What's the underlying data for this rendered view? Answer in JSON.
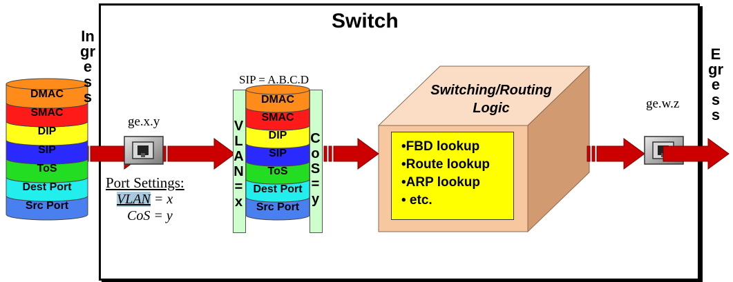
{
  "switch_title": "Switch",
  "ingress_label": "Ingress",
  "egress_label": "Egress",
  "ingress_port_label": "ge.x.y",
  "egress_port_label": "ge.w.z",
  "packet_fields": [
    {
      "label": "DMAC",
      "color": "#ff8c1a"
    },
    {
      "label": "SMAC",
      "color": "#ff1a1a"
    },
    {
      "label": "DIP",
      "color": "#ffff1a"
    },
    {
      "label": "SIP",
      "color": "#2a2aff"
    },
    {
      "label": "ToS",
      "color": "#22dd22"
    },
    {
      "label": "Dest Port",
      "color": "#22eeee"
    },
    {
      "label": "Src Port",
      "color": "#4a7ff0"
    }
  ],
  "port_settings": {
    "title": "Port Settings:",
    "vlan_key": "VLAN",
    "vlan_value": " = x",
    "cos_line": "CoS = y"
  },
  "sip_label": "SIP = A.B.C.D",
  "vlan_tag_letters": [
    "V",
    "L",
    "A",
    "N",
    "=",
    "x"
  ],
  "cos_tag_letters": [
    "C",
    "o",
    "S",
    "=",
    "y"
  ],
  "logic_title_line1": "Switching/Routing",
  "logic_title_line2": "Logic",
  "lookups": [
    "•FBD lookup",
    "•Route lookup",
    "•ARP lookup",
    "• etc."
  ],
  "colors": {
    "arrow": "#cc0000",
    "cube_front": "#f7c8a0",
    "cube_top": "#fbdcc4",
    "cube_side": "#d29a70",
    "lookup_panel": "#ffff00",
    "tag_bar": "#ccffcc",
    "vlan_highlight": "#a9c9dc"
  }
}
